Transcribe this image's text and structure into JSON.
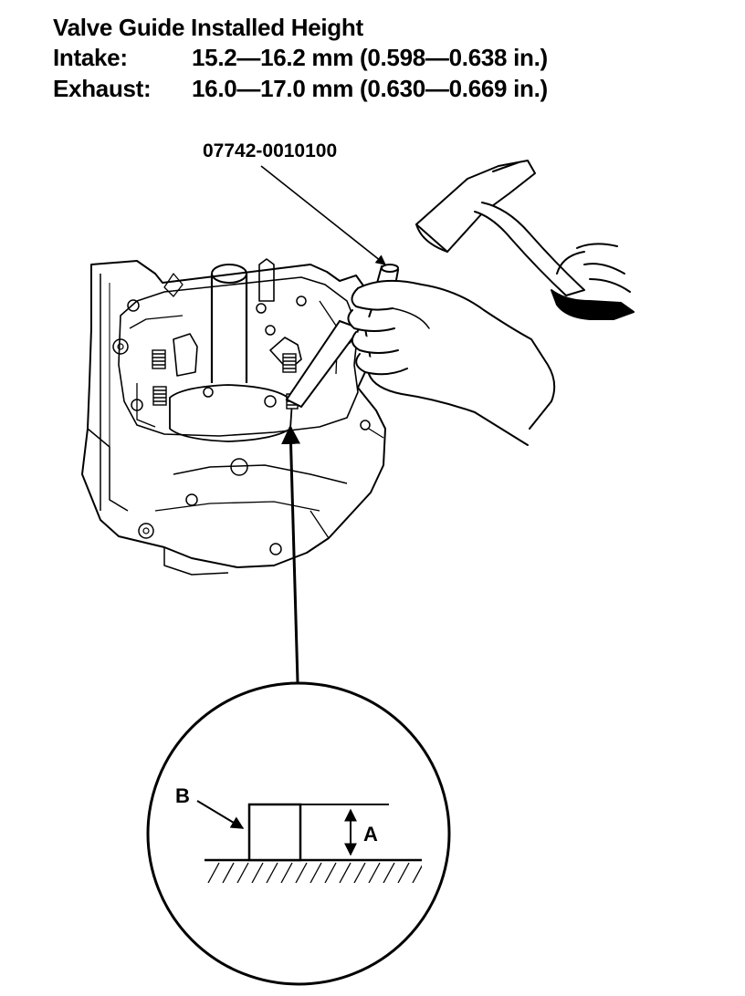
{
  "title": "Valve Guide Installed Height",
  "specs": [
    {
      "label": "Intake:",
      "value": "15.2—16.2 mm (0.598—0.638 in.)"
    },
    {
      "label": "Exhaust:",
      "value": "16.0—17.0 mm (0.630—0.669 in.)"
    }
  ],
  "tool_number": "07742-0010100",
  "callouts": {
    "height": "A",
    "guide": "B"
  }
}
